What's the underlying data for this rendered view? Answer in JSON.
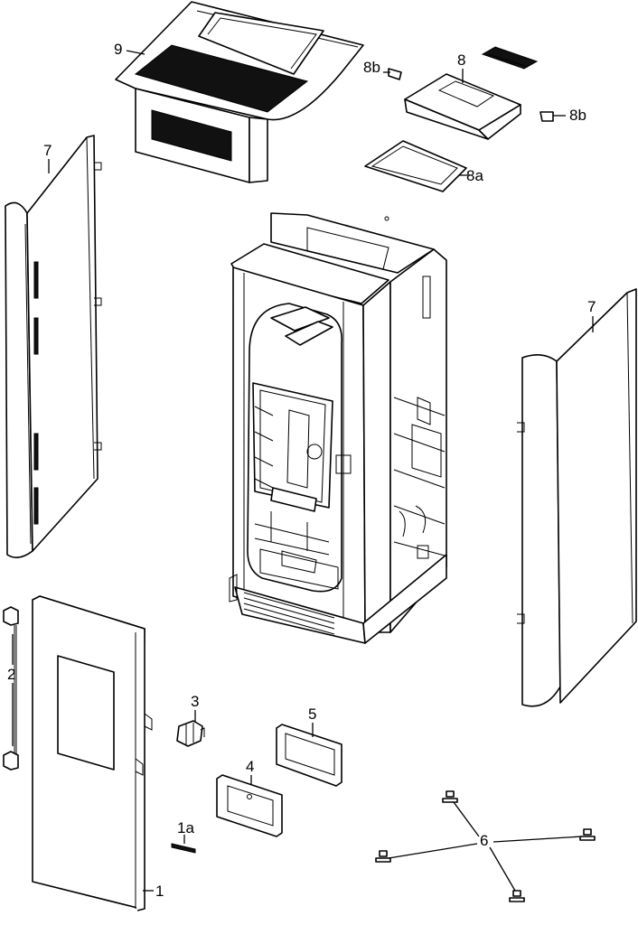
{
  "labels": {
    "top_cover": "9",
    "control_board_screw_left": "8b",
    "control_board": "8",
    "control_board_screw_right": "8b",
    "control_board_gasket": "8a",
    "left_side_panel": "7",
    "right_side_panel": "7",
    "door_hinges": "2",
    "door": "1",
    "door_latch": "3",
    "door_handle": "1a",
    "inspection_cover_small": "4",
    "inspection_cover_large": "5",
    "feet": "6"
  }
}
